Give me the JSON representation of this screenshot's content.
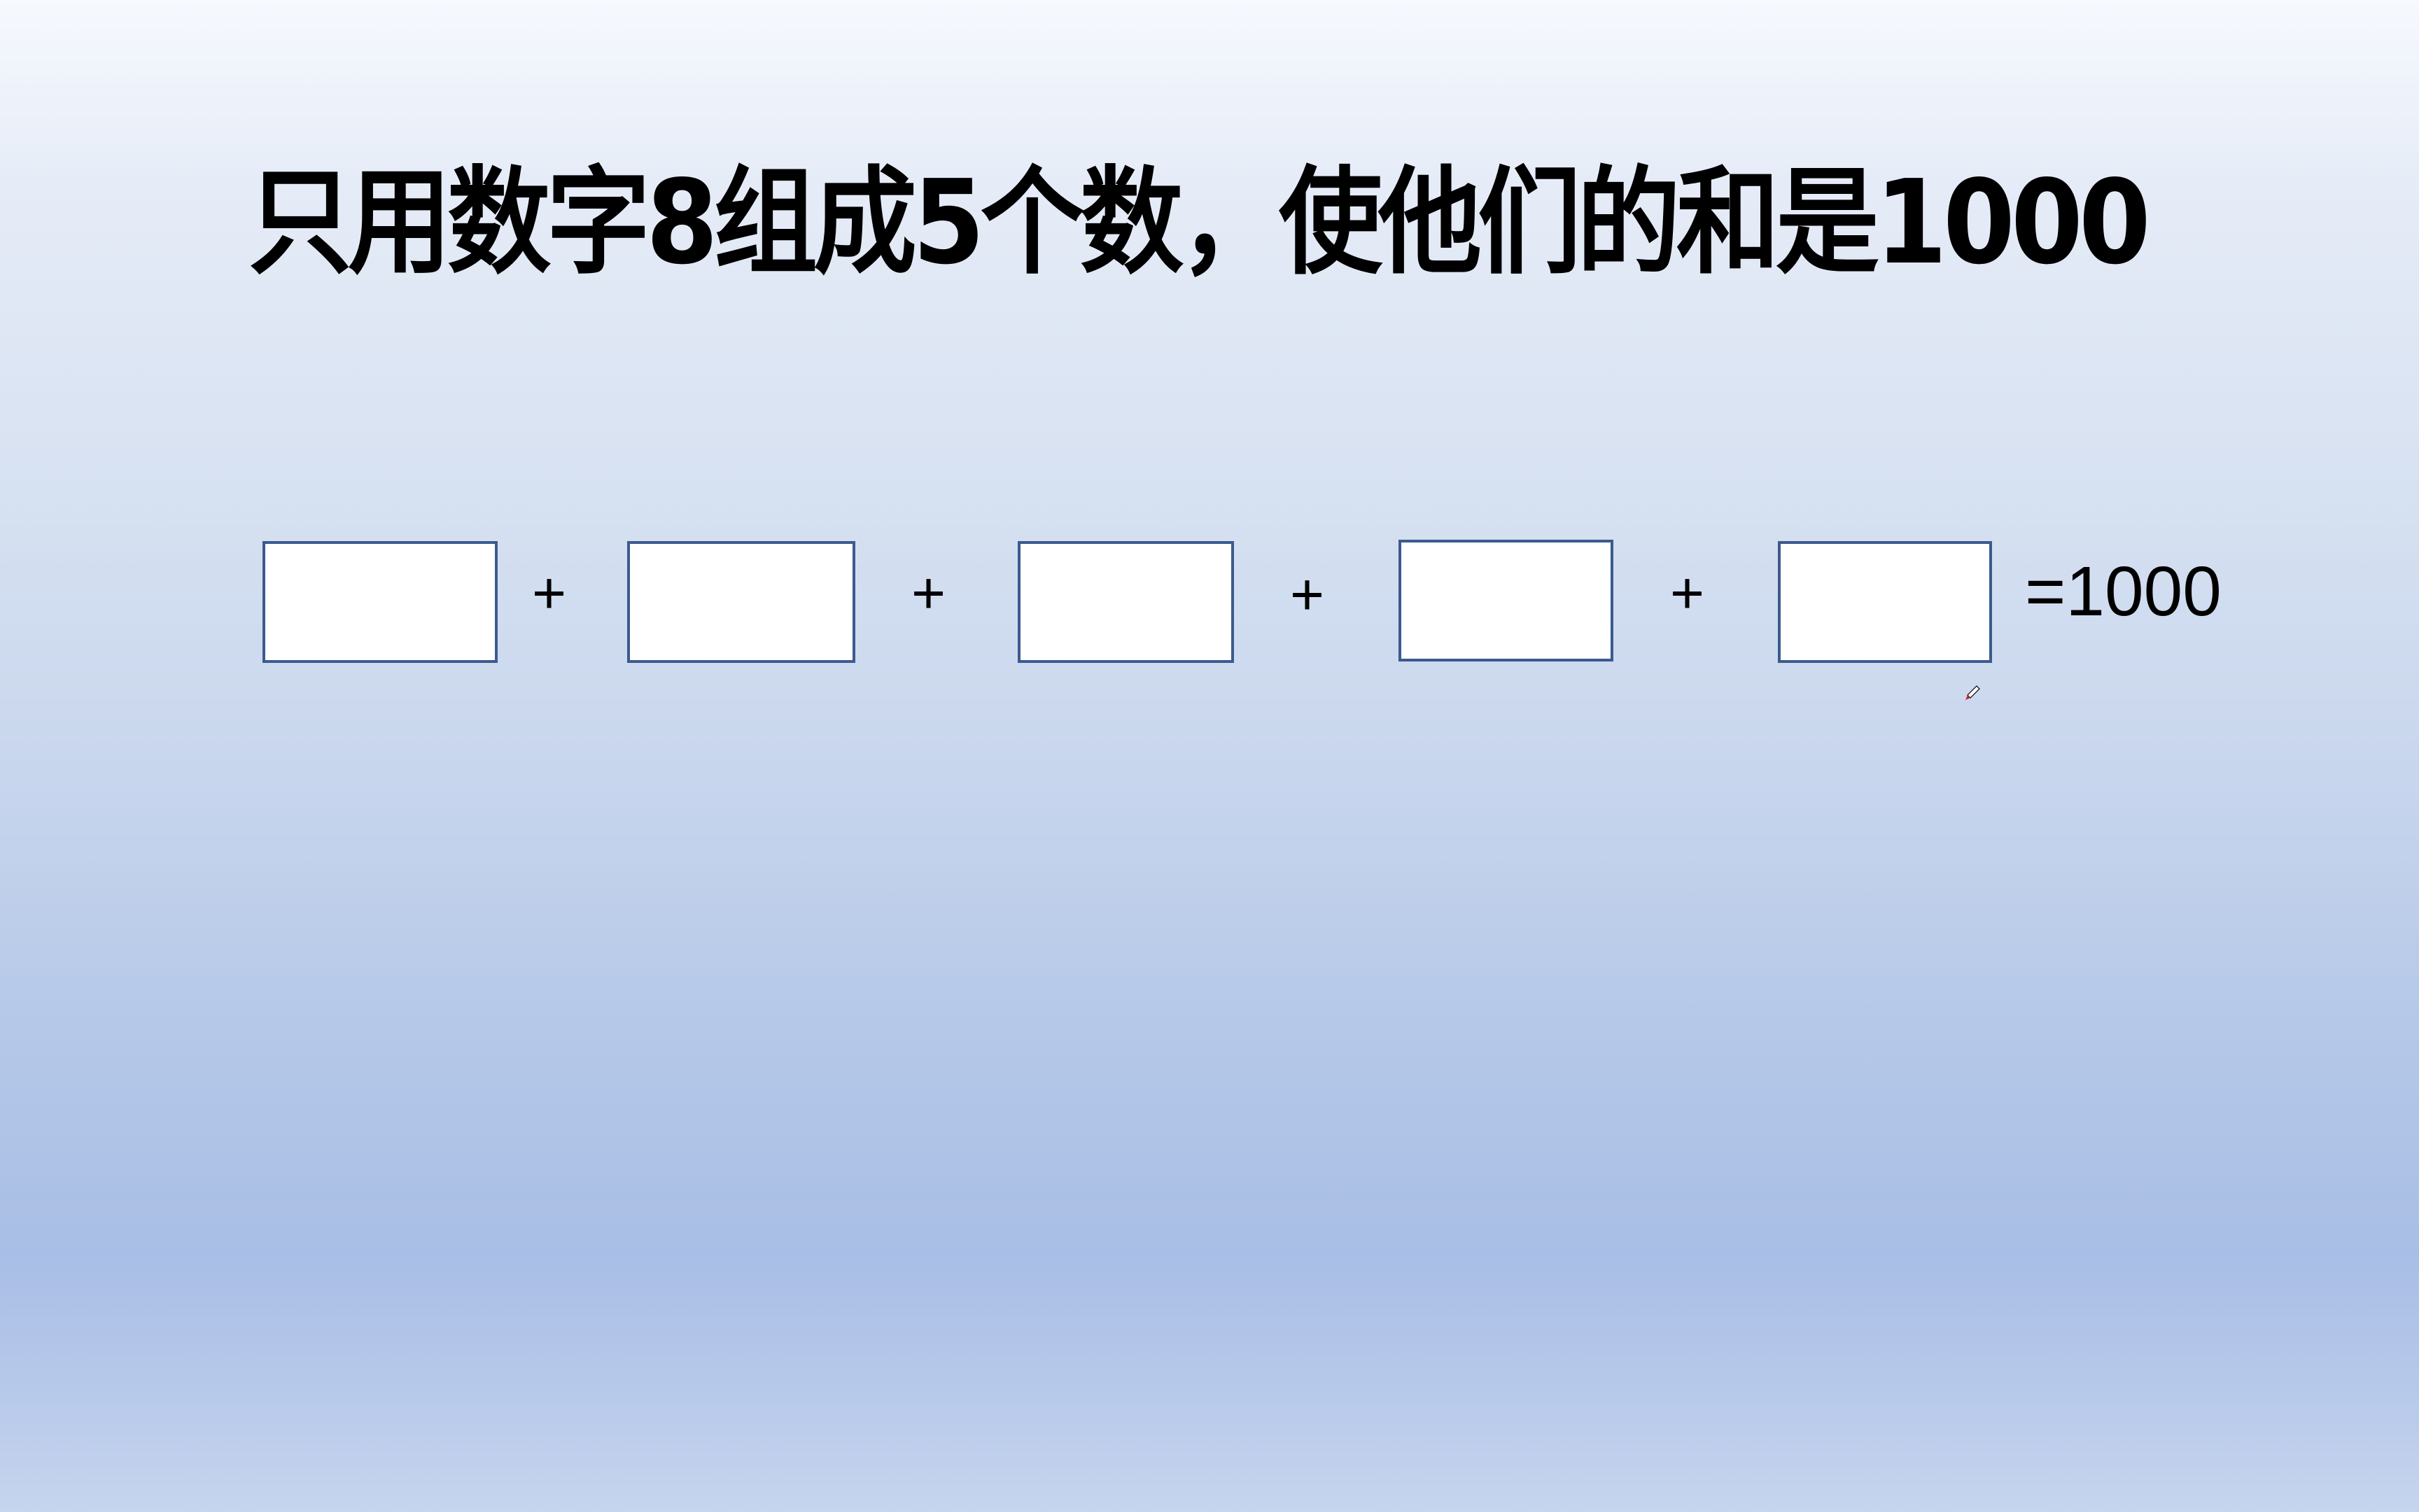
{
  "slide": {
    "title": "只用数字8组成5个数，使他们的和是1000",
    "equation": {
      "boxes": [
        "",
        "",
        "",
        "",
        ""
      ],
      "operator": "+",
      "result": "=1000"
    },
    "cursor": "pen-cursor"
  },
  "colors": {
    "background_top": "#f6f9fe",
    "background_mid": "#d6e1f1",
    "background_deep": "#a9bee6",
    "background_bottom": "#c6d5ee",
    "box_border": "#3b5a8f",
    "box_fill": "#ffffff",
    "text": "#000000",
    "pen_tip": "#d21f2b"
  }
}
